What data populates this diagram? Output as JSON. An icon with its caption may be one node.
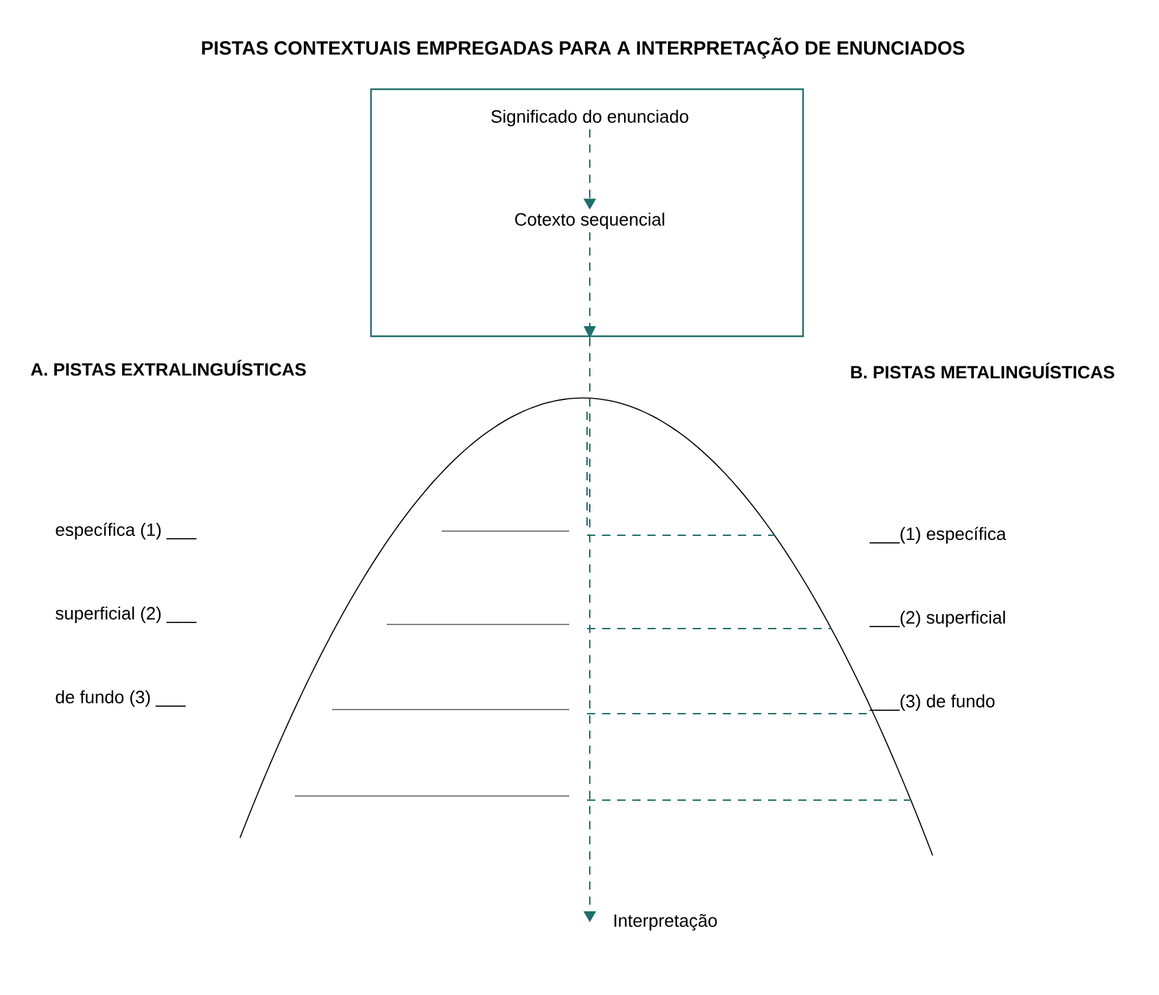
{
  "diagram": {
    "title": "PISTAS CONTEXTUAIS EMPREGADAS PARA A INTERPRETAÇÃO DE ENUNCIADOS",
    "nodes": [
      {
        "text": [],
        "shape": "box"
      },
      {
        "text": [
          "Significado do enunciado"
        ],
        "in": 0
      },
      {
        "text": [
          "Cotexto sequencial"
        ],
        "in": 0
      },
      {
        "text": [
          "Interpretação"
        ]
      }
    ],
    "edges": [
      {
        "from": 1,
        "to": 2,
        "arrow": "to",
        "style": "dashed"
      },
      {
        "from": 2,
        "to": 3,
        "arrow": "to",
        "style": "dashed"
      }
    ],
    "labels": [
      "A. PISTAS EXTRALINGUÍSTICAS",
      "B. PISTAS METALINGUÍSTICAS",
      "específica (1) ___",
      "___(1) específica",
      "superficial (2) ___",
      "___(2) superficial",
      "de fundo (3) ___",
      "___(3) de fundo"
    ]
  }
}
